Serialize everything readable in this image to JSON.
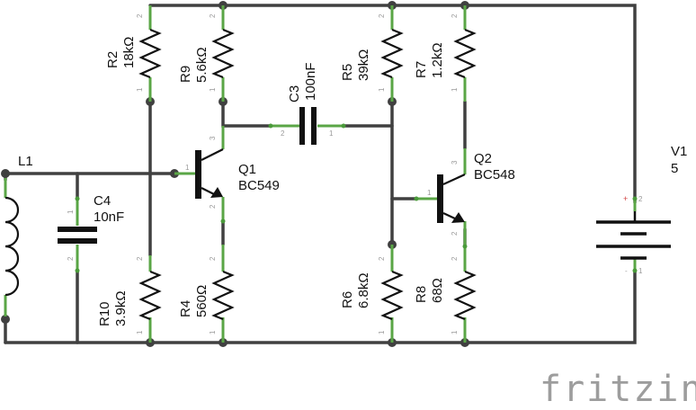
{
  "app": "Fritzing",
  "view": "schematic",
  "logo_text": "fritzing",
  "components": {
    "R2": {
      "ref": "R2",
      "value": "18kΩ",
      "type": "resistor"
    },
    "R9": {
      "ref": "R9",
      "value": "5.6kΩ",
      "type": "resistor"
    },
    "C3": {
      "ref": "C3",
      "value": "100nF",
      "type": "capacitor"
    },
    "R5": {
      "ref": "R5",
      "value": "39kΩ",
      "type": "resistor"
    },
    "R7": {
      "ref": "R7",
      "value": "1.2kΩ",
      "type": "resistor"
    },
    "L1": {
      "ref": "L1",
      "type": "inductor"
    },
    "C4": {
      "ref": "C4",
      "value": "10nF",
      "type": "capacitor"
    },
    "Q1": {
      "ref": "Q1",
      "value": "BC549",
      "type": "npn-transistor"
    },
    "Q2": {
      "ref": "Q2",
      "value": "BC548",
      "type": "npn-transistor"
    },
    "V1": {
      "ref": "V1",
      "value": "5",
      "type": "battery"
    },
    "R10": {
      "ref": "R10",
      "value": "3.9kΩ",
      "type": "resistor"
    },
    "R4": {
      "ref": "R4",
      "value": "560Ω",
      "type": "resistor"
    },
    "R6": {
      "ref": "R6",
      "value": "6.8kΩ",
      "type": "resistor"
    },
    "R8": {
      "ref": "R8",
      "value": "68Ω",
      "type": "resistor"
    }
  },
  "pins": {
    "one": "1",
    "two": "2",
    "three": "3",
    "plus": "+",
    "minus": "-"
  }
}
